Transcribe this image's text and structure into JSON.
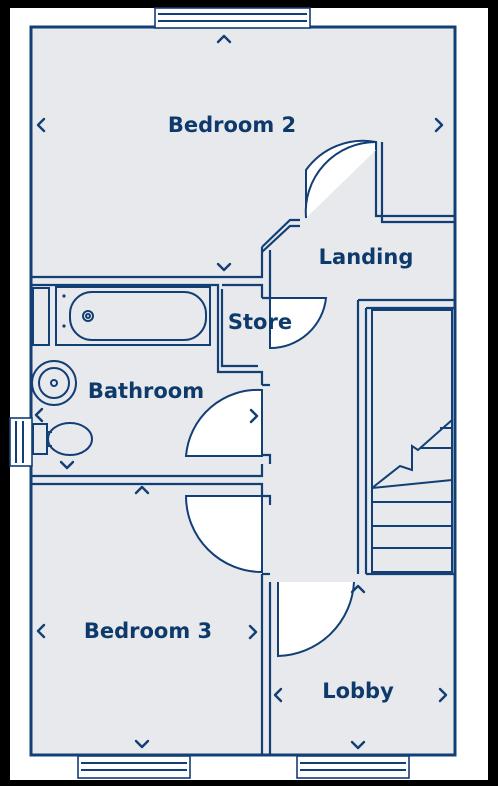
{
  "rooms": {
    "bedroom2": "Bedroom 2",
    "landing": "Landing",
    "store": "Store",
    "bathroom": "Bathroom",
    "bedroom3": "Bedroom 3",
    "lobby": "Lobby"
  },
  "colors": {
    "line": "#123f75",
    "floor": "#e8e9ec",
    "background": "#000000",
    "outer": "#ffffff"
  }
}
